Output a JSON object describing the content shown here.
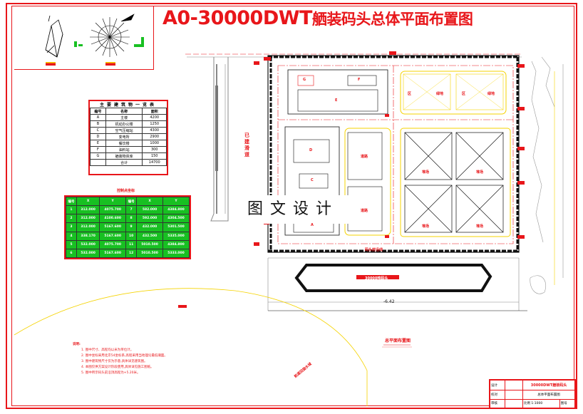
{
  "title": {
    "main": "A0-30000DWT",
    "suffix": "舾装码头总体平面布置图"
  },
  "watermark": "图文设计",
  "building_table": {
    "title": "主要建筑物一览表",
    "headers": [
      "编号",
      "名称",
      "面积"
    ],
    "rows": [
      [
        "A",
        "主楼",
        "4200"
      ],
      [
        "B",
        "机动办公楼",
        "1250"
      ],
      [
        "C",
        "空气压缩站",
        "4300"
      ],
      [
        "D",
        "变电所",
        "2900"
      ],
      [
        "E",
        "餐饮楼",
        "1000"
      ],
      [
        "F",
        "油料站",
        "300"
      ],
      [
        "G",
        "舾装物资库",
        "150"
      ],
      [
        "",
        "合计",
        "14700"
      ]
    ]
  },
  "coord_table": {
    "title": "控制点坐标",
    "headers": [
      "编号",
      "X",
      "Y",
      "编号",
      "X",
      "Y"
    ],
    "rows": [
      [
        "1",
        "312.000",
        "4075.700",
        "7",
        "582.000",
        "4384.800"
      ],
      [
        "2",
        "312.000",
        "4100.600",
        "8",
        "592.000",
        "4304.500"
      ],
      [
        "3",
        "312.000",
        "5167.600",
        "9",
        "432.000",
        "5301.500"
      ],
      [
        "4",
        "338.170",
        "5167.600",
        "10",
        "432.500",
        "5335.000"
      ],
      [
        "5",
        "532.000",
        "4075.700",
        "11",
        "5010.500",
        "4384.800"
      ],
      [
        "6",
        "532.000",
        "5167.600",
        "12",
        "5010.500",
        "5333.000"
      ]
    ]
  },
  "labels": {
    "existing_road": "已建滑道",
    "wharf": "30000吨码头",
    "elevation": "-6.42",
    "section_title": "总平面布置图",
    "arc_label": "航道回旋水域",
    "dock_line": "码头前沿线",
    "building_labels": {
      "G": "G",
      "F": "F",
      "E": "E",
      "D": "D",
      "C": "C",
      "A": "A",
      "yard1": "堆场",
      "yard2": "堆场",
      "yard3": "堆场",
      "yard4": "堆场",
      "zone1": "区",
      "zone2": "区",
      "green1": "绿地",
      "green2": "绿地",
      "road1": "道路",
      "road2": "道路"
    }
  },
  "notes": {
    "heading": "说明:",
    "items": [
      "1. 图中尺寸、高程均以米为单位计。",
      "2. 图中坐标采用北京54坐标系,高程采用当地理论最低潮面。",
      "3. 图中建筑物尺寸仅为示意,具体详见建筑图。",
      "4. 本图仅供方案设计阶段使用,具体详见施工图纸。",
      "5. 图中所示码头前沿顶高程为+5.20米。"
    ]
  },
  "title_block": {
    "project": "30000DWT舾装码头",
    "drawing": "总体平面布置图",
    "row1_label": "设计",
    "row2_label": "校对",
    "row3_label": "审核",
    "scale_label": "比例 1:1000",
    "sheet_label": "图号"
  },
  "colors": {
    "frame": "#e8161a",
    "green_table": "#18c022",
    "yellow_lines": "#f5d300",
    "black_lines": "#111111",
    "gray_lines": "#888888"
  }
}
